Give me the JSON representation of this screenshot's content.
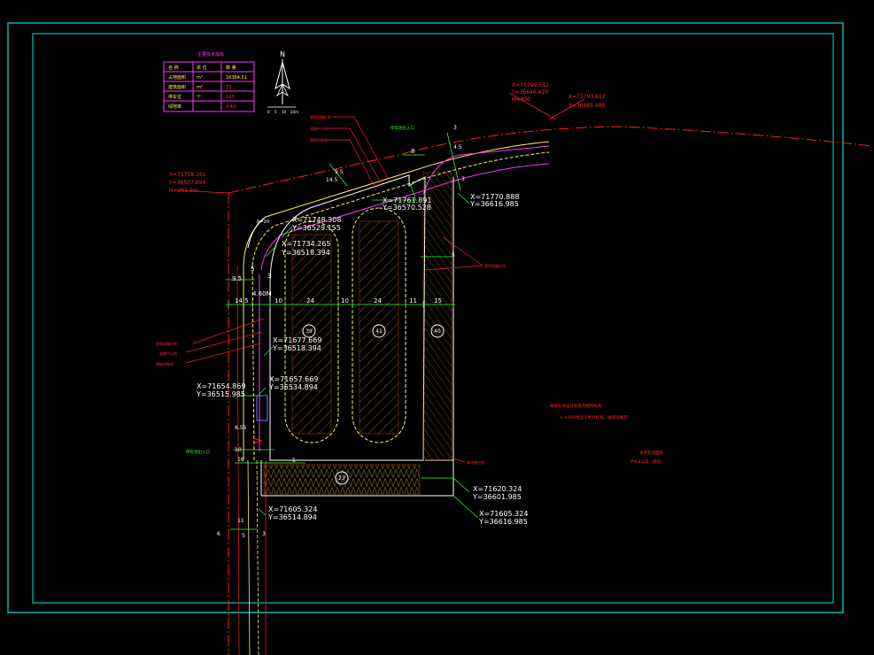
{
  "colors": {
    "background": "#000000",
    "frame": "#00e6e6",
    "red": "#ff2222",
    "white": "#ffffff",
    "yellow": "#ffee66",
    "green": "#33ff33",
    "magenta": "#ff33ff",
    "hatch": "#ff6a00"
  },
  "legend_table": {
    "title": "主要技术指标",
    "rows": [
      [
        "名 称",
        "单 位",
        "数 量"
      ],
      [
        "占地面积",
        "m²",
        "16384.51"
      ],
      [
        "建筑面积",
        "m²",
        "33"
      ],
      [
        "停车位",
        "个",
        "143"
      ],
      [
        "绿地率",
        "",
        "0.43"
      ]
    ]
  },
  "north_arrow": {
    "label": "N",
    "scale_ticks": [
      "0",
      "5",
      "10",
      "20m"
    ]
  },
  "road_coords": [
    {
      "x": "X=71799.532",
      "y": "Y=36646.429",
      "h": "H=400"
    },
    {
      "x": "X=71793.652",
      "y": "Y=36685.486"
    },
    {
      "x": "X=71758.161",
      "y": "Y=36507.894",
      "h": "H=291.3m"
    }
  ],
  "red_text": [
    "本停车场设计标高为相对标高",
    "± 0.000相当于绝对标高，由现场确定",
    "本停车场面积",
    "约0.4公顷（规划）"
  ],
  "points": [
    {
      "x": "X=71761.891",
      "y": "Y=36570.528"
    },
    {
      "x": "X=71770.888",
      "y": "Y=36616.985"
    },
    {
      "x": "X=71748.308",
      "y": "Y=36529.155"
    },
    {
      "x": "X=71734.265",
      "y": "Y=36518.394"
    },
    {
      "x": "X=71677.669",
      "y": "Y=36518.394"
    },
    {
      "x": "X=71657.669",
      "y": "Y=36534.894"
    },
    {
      "x": "X=71654.869",
      "y": "Y=36515.985"
    },
    {
      "x": "X=71620.324",
      "y": "Y=36601.985"
    },
    {
      "x": "X=71605.324",
      "y": "Y=36514.894"
    },
    {
      "x": "X=71605.324",
      "y": "Y=36616.985"
    }
  ],
  "dimensions_row": [
    "14.5",
    "10",
    "24",
    "10",
    "24",
    "11",
    "15"
  ],
  "dims_misc": [
    "9.5",
    "4.60M",
    "5",
    "3",
    "R=20",
    "8",
    "9.5",
    "14.5",
    "3",
    "5",
    "4.5",
    "3",
    "10",
    "6",
    "11",
    "5",
    "3",
    "6.55",
    "16",
    "5"
  ],
  "parking_labels": [
    "39",
    "41",
    "40",
    "23"
  ],
  "red_notes": [
    "规划道路红线",
    "道路中心线",
    "建筑控制线",
    "规划道路红线",
    "规划道路红线",
    "道路中心线",
    "建筑控制线",
    "绿化带边线"
  ],
  "green_labels": [
    "停车场出入口",
    "停车场出入口"
  ]
}
